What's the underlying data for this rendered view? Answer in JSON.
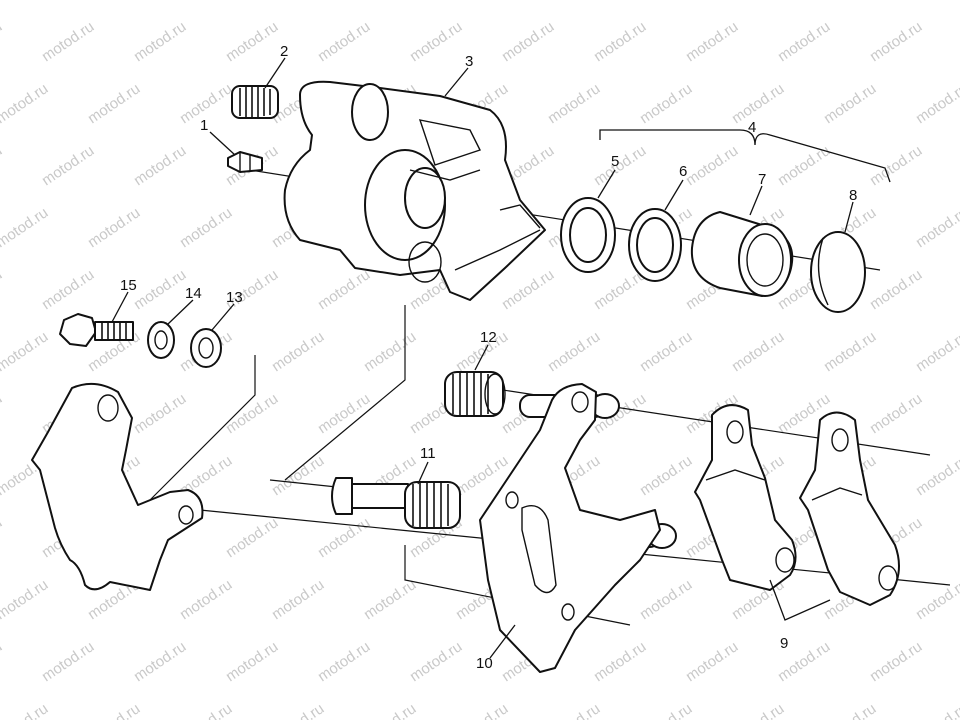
{
  "watermark": "motod.ru",
  "callouts": {
    "c1": "1",
    "c2": "2",
    "c3": "3",
    "c4": "4",
    "c5": "5",
    "c6": "6",
    "c7": "7",
    "c8": "8",
    "c9": "9",
    "c10": "10",
    "c11": "11",
    "c12": "12",
    "c13": "13",
    "c14": "14",
    "c15": "15"
  },
  "colors": {
    "line": "#111111",
    "background": "#ffffff",
    "watermark": "#c9c9c9"
  }
}
